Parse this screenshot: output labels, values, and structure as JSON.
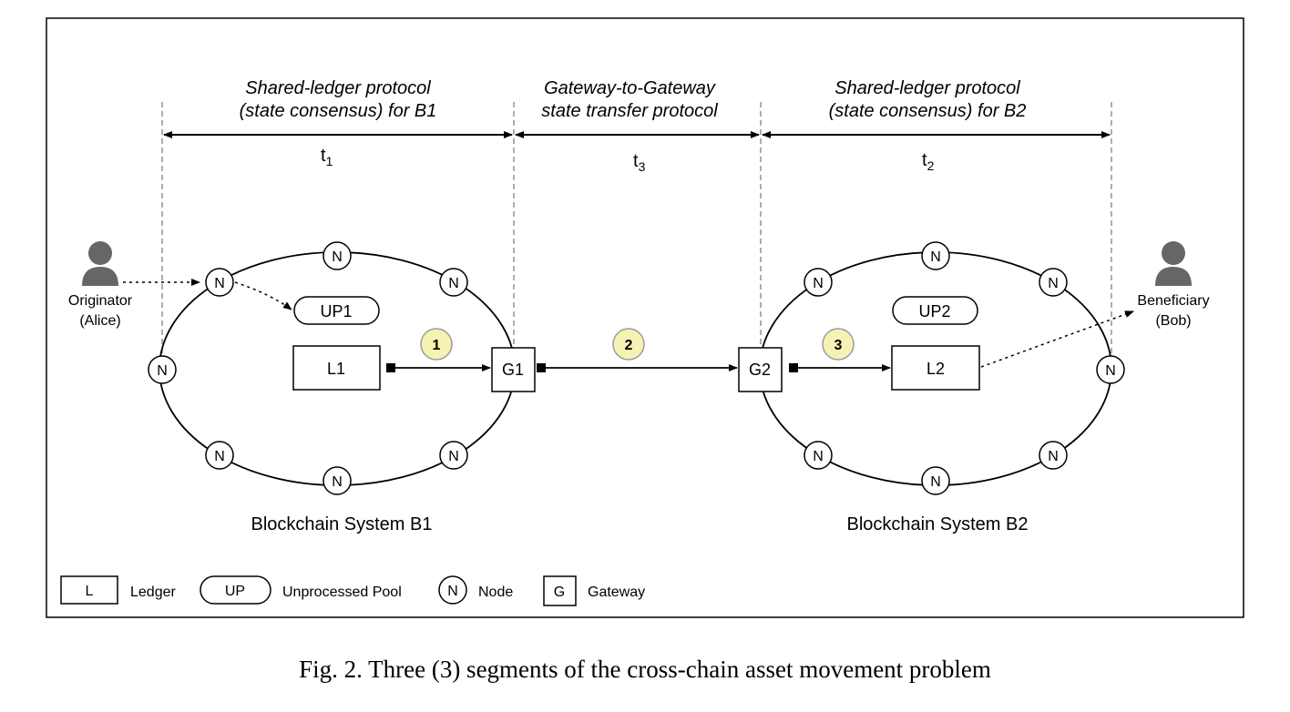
{
  "segments": {
    "b1_title_line1": "Shared-ledger protocol",
    "b1_title_line2": "(state consensus) for B1",
    "g2g_title_line1": "Gateway-to-Gateway",
    "g2g_title_line2": "state transfer protocol",
    "b2_title_line1": "Shared-ledger protocol",
    "b2_title_line2": "(state consensus) for B2",
    "t1": "t",
    "t1_sub": "1",
    "t3": "t",
    "t3_sub": "3",
    "t2": "t",
    "t2_sub": "2"
  },
  "actors": {
    "originator_line1": "Originator",
    "originator_line2": "(Alice)",
    "beneficiary_line1": "Beneficiary",
    "beneficiary_line2": "(Bob)"
  },
  "b1": {
    "node_label": "N",
    "pool": "UP1",
    "ledger": "L1",
    "gateway": "G1",
    "system_label": "Blockchain System B1"
  },
  "b2": {
    "node_label": "N",
    "pool": "UP2",
    "ledger": "L2",
    "gateway": "G2",
    "system_label": "Blockchain System B2"
  },
  "steps": {
    "s1": "1",
    "s2": "2",
    "s3": "3"
  },
  "colors": {
    "step_fill": "#f7f2b4",
    "step_stroke": "#9a9a9a",
    "person": "#666666",
    "guide": "#777777"
  },
  "legend": {
    "ledger_symbol": "L",
    "ledger_text": "Ledger",
    "pool_symbol": "UP",
    "pool_text": "Unprocessed Pool",
    "node_symbol": "N",
    "node_text": "Node",
    "gateway_symbol": "G",
    "gateway_text": "Gateway"
  },
  "caption": "Fig. 2.  Three (3) segments of the cross-chain asset movement problem"
}
